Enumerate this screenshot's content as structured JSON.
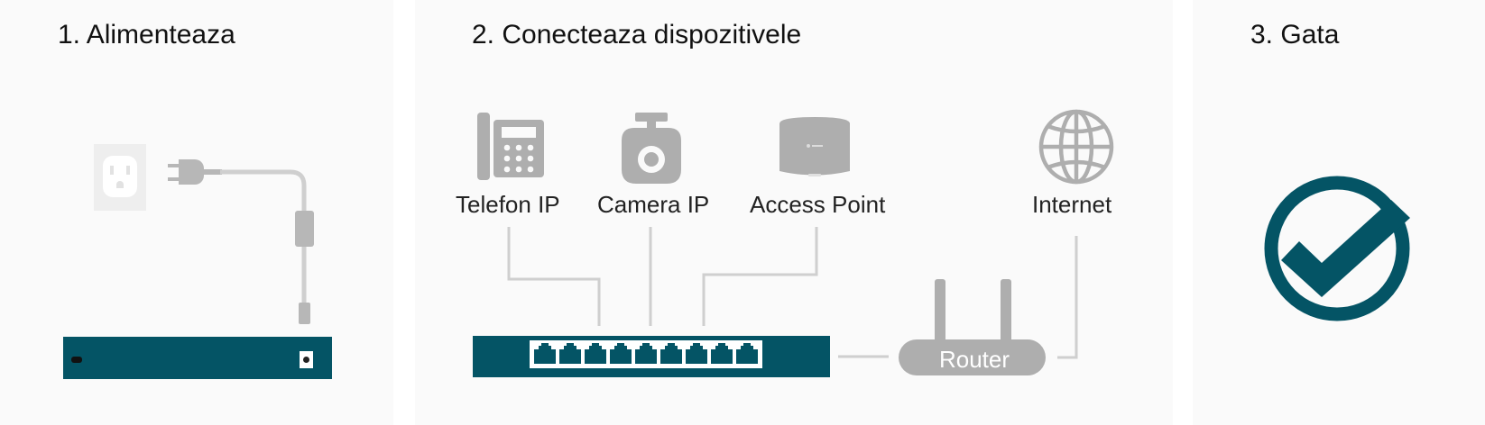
{
  "steps": [
    {
      "title": "1. Alimenteaza"
    },
    {
      "title": "2. Conecteaza dispozitivele"
    },
    {
      "title": "3. Gata"
    }
  ],
  "devices": [
    {
      "label": "Telefon IP",
      "icon": "ip-phone-icon"
    },
    {
      "label": "Camera IP",
      "icon": "ip-camera-icon"
    },
    {
      "label": "Access Point",
      "icon": "access-point-icon"
    },
    {
      "label": "Internet",
      "icon": "globe-icon"
    }
  ],
  "router": {
    "label": "Router"
  },
  "colors": {
    "switch": "#045465",
    "check": "#045465",
    "icon_gray": "#aeaeae",
    "line_gray": "#cfcfcf",
    "panel_bg": "#fafafa"
  }
}
